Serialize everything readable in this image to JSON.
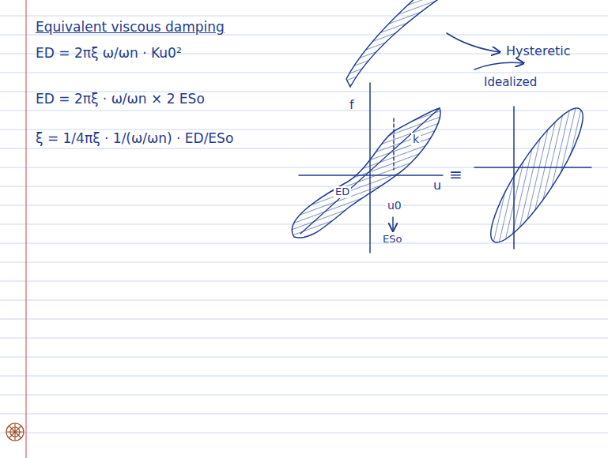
{
  "diagram": {
    "title": "Equivalent viscous damping",
    "labels": [
      "ED = 2πξ ω/ωn · Ku0²",
      "ED = 2πξ · ω/ωn × 2 ESo",
      "ξ = 1/4πξ · 1/(ω/ωn) · ED/ESo",
      "Hysteretic",
      "f",
      "Idealized",
      "k",
      "u",
      "ED",
      "u0",
      "ESo",
      "≡"
    ]
  }
}
